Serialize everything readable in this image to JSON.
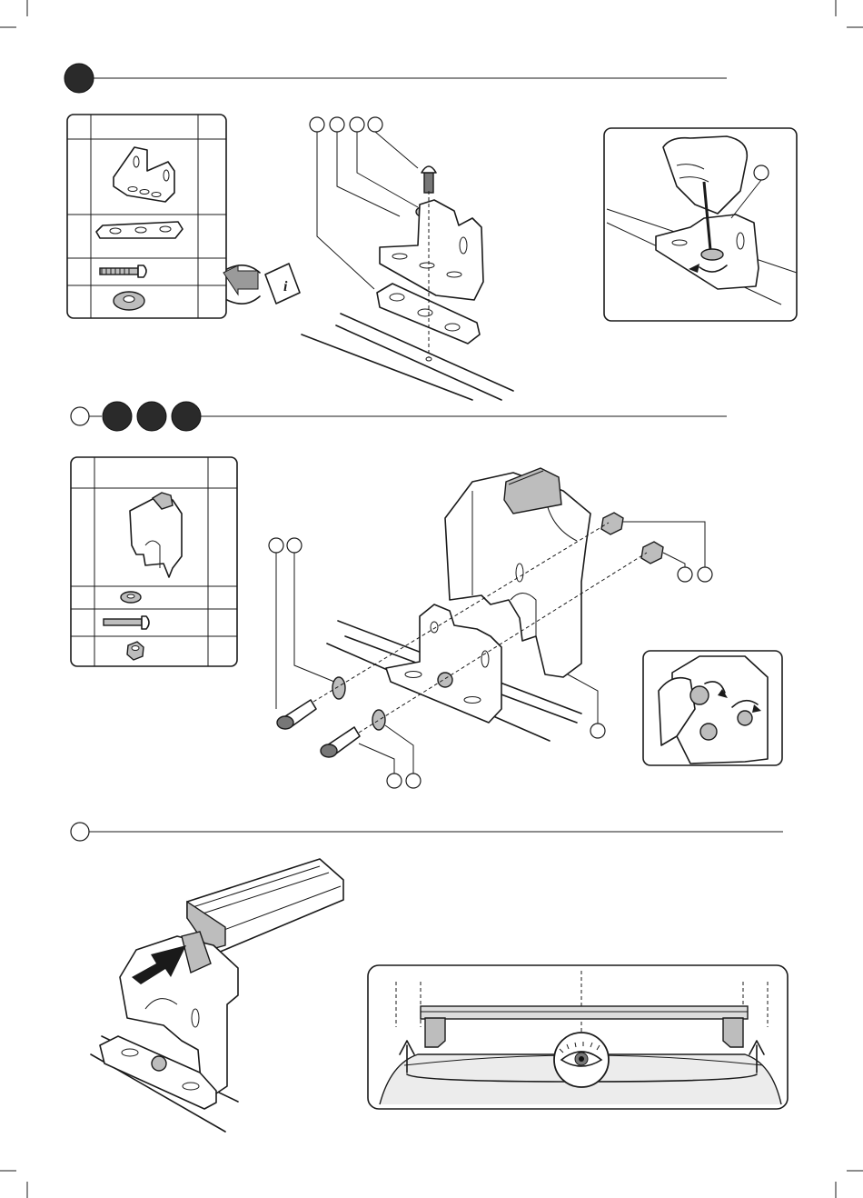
{
  "page": {
    "sections": [
      "step-1",
      "step-2",
      "step-3"
    ]
  },
  "icons": [
    "info-manual-icon",
    "eye-icon",
    "rotate-arrow-icon",
    "push-arrow-icon"
  ],
  "colors": {
    "line": "#1a1a1a",
    "marker": "#2a2a2a",
    "shade": "#bdbdbd",
    "panel_bg": "#ffffff"
  }
}
